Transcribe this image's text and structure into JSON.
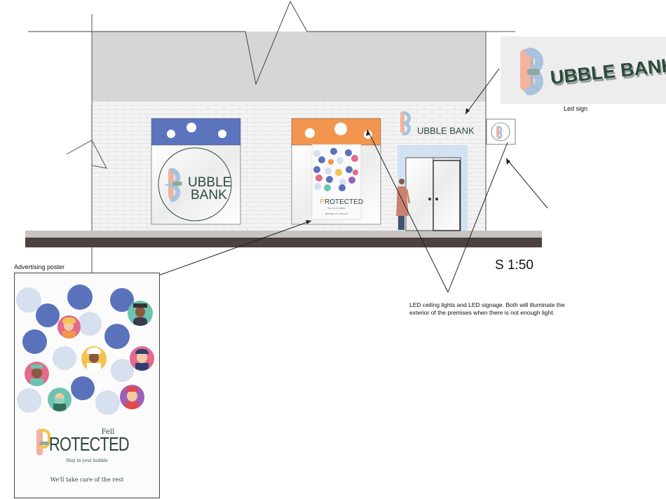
{
  "brand": {
    "name_part1": "UBBLE",
    "name_part2": "BANK",
    "name_full": "UBBLE BANK",
    "letter": "B"
  },
  "labels": {
    "led_sign": "Led sign",
    "advertising_poster": "Advertising poster",
    "scale": "S 1:50",
    "led_note_line1": "LED ceiling lights and LED signage.  Both will illuminate the",
    "led_note_line2": "exterior of the premises when there is not enough light."
  },
  "poster": {
    "small_word": "Fell",
    "big_letter": "P",
    "big_word": "ROTECTED",
    "tagline": "Stay in your bubble",
    "footer": "We'll take care of the rest"
  },
  "colors": {
    "blue_awning": "#5b74bd",
    "orange_awning": "#f2954f",
    "brand_green": "#2d4a3c",
    "roof_gray": "#d6d6d6",
    "wall": "#f2f2f2",
    "pavement": "#c8c4c2",
    "road": "#4d4141",
    "door_frame": "#d3e2f2",
    "bubble_dark": "#5a72bb",
    "bubble_light": "#d6e0ee"
  },
  "icons": [
    "bubble-bank-logo-icon",
    "avatar-icon",
    "woman-figure-icon"
  ]
}
